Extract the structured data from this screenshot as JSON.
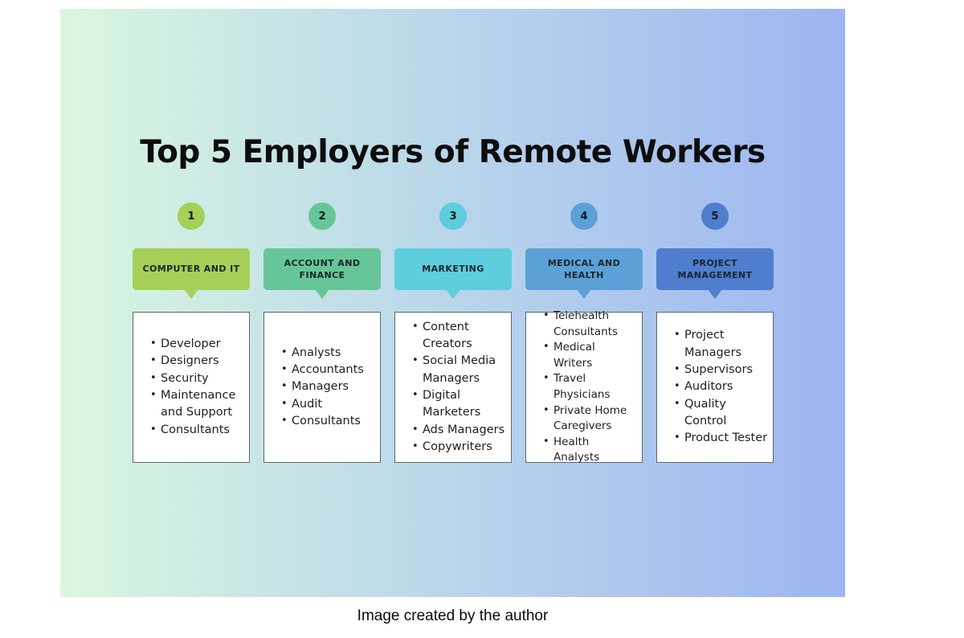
{
  "page": {
    "background_color": "#ffffff",
    "caption": "Image created by the author"
  },
  "infographic": {
    "title": "Top 5 Employers of Remote Workers",
    "background_gradient": {
      "from": "#d9f7df",
      "to": "#9db5f1",
      "direction": "left-to-right"
    },
    "columns": [
      {
        "number": "1",
        "color": "#a6cf57",
        "header": "COMPUTER AND IT",
        "items": [
          "Developer",
          "Designers",
          "Security",
          "Maintenance and Support",
          "Consultants"
        ]
      },
      {
        "number": "2",
        "color": "#67c699",
        "header": "ACCOUNT AND FINANCE",
        "items": [
          "Analysts",
          "Accountants",
          "Managers",
          "Audit",
          "Consultants"
        ]
      },
      {
        "number": "3",
        "color": "#5ecdde",
        "header": "MARKETING",
        "items": [
          "Content Creators",
          "Social Media Managers",
          "Digital Marketers",
          "Ads Managers",
          "Copywriters"
        ]
      },
      {
        "number": "4",
        "color": "#5ba1d7",
        "header": "MEDICAL AND HEALTH",
        "items": [
          "Telehealth Consultants",
          "Medical Writers",
          "Travel Physicians",
          "Private Home Caregivers",
          "Health Analysts"
        ]
      },
      {
        "number": "5",
        "color": "#4f7ecf",
        "header": "PROJECT MANAGEMENT",
        "items": [
          "Project Managers",
          "Supervisors",
          "Auditors",
          "Quality Control",
          "Product Tester"
        ]
      }
    ]
  }
}
